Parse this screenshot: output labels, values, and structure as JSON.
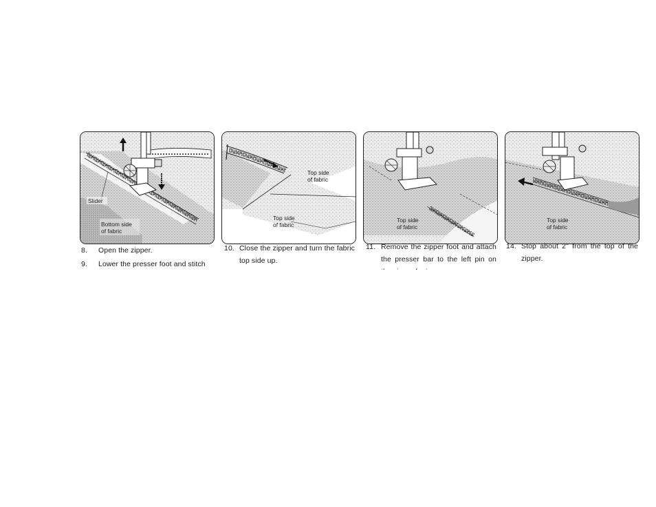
{
  "steps": [
    {
      "labels": {
        "slider": "Slider",
        "bottom1": "Bottom side",
        "bottom2": "of fabric"
      },
      "captions": [
        {
          "num": "8.",
          "text": "Open the zipper."
        },
        {
          "num": "9.",
          "text": "Lower the presser foot and stitch"
        }
      ]
    },
    {
      "labels": {
        "topa1": "Top side",
        "topa2": "of fabric",
        "topb1": "Top side",
        "topb2": "of fabric"
      },
      "captions": [
        {
          "num": "10.",
          "text": "Close the zipper and turn the fabric top side up."
        }
      ]
    },
    {
      "labels": {
        "top1": "Top side",
        "top2": "of fabric"
      },
      "captions": [
        {
          "num": "11.",
          "text": "Remove the zipper foot and attach the presser bar to the left pin on the zipper foot."
        }
      ]
    },
    {
      "labels": {
        "top1": "Top side",
        "top2": "of fabric"
      },
      "captions": [
        {
          "num": "14.",
          "text": "Stop about 2\" from the top of the zipper."
        }
      ]
    }
  ]
}
